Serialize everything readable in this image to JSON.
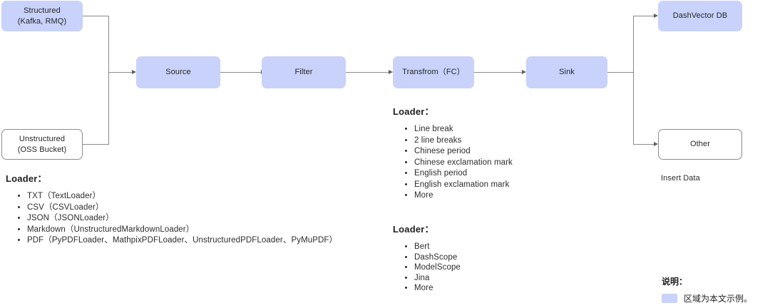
{
  "diagram": {
    "nodes": {
      "structured": {
        "label": "Structured\n(Kafka, RMQ)"
      },
      "unstructured": {
        "label": "Unstructured\n(OSS Bucket)"
      },
      "source": {
        "label": "Source"
      },
      "filter": {
        "label": "Filter"
      },
      "transform": {
        "label": "Transfrom（FC）"
      },
      "sink": {
        "label": "Sink"
      },
      "dashvector": {
        "label": "DashVector DB"
      },
      "other": {
        "label": "Other"
      }
    },
    "captions": {
      "insert_data": "Insert Data"
    },
    "colors": {
      "node_fill": "#c8d2fa",
      "node_outline_border": "#8c8c8c",
      "connector": "#8a8a8a",
      "text": "#262626"
    }
  },
  "loader_sources": {
    "heading": "Loader：",
    "items": [
      "TXT（TextLoader）",
      "CSV（CSVLoader）",
      "JSON（JSONLoader）",
      "Markdown（UnstructuredMarkdownLoader）",
      "PDF（PyPDFLoader、MathpixPDFLoader、UnstructuredPDFLoader、PyMuPDF）"
    ]
  },
  "loader_splitters": {
    "heading": "Loader：",
    "items": [
      "Line break",
      "2 line breaks",
      "Chinese period",
      "Chinese exclamation mark",
      "English period",
      "English exclamation mark",
      "More"
    ]
  },
  "loader_embeddings": {
    "heading": "Loader：",
    "items": [
      "Bert",
      "DashScope",
      "ModelScope",
      "Jina",
      "More"
    ]
  },
  "legend": {
    "title": "说明：",
    "text": "区域为本文示例。"
  }
}
